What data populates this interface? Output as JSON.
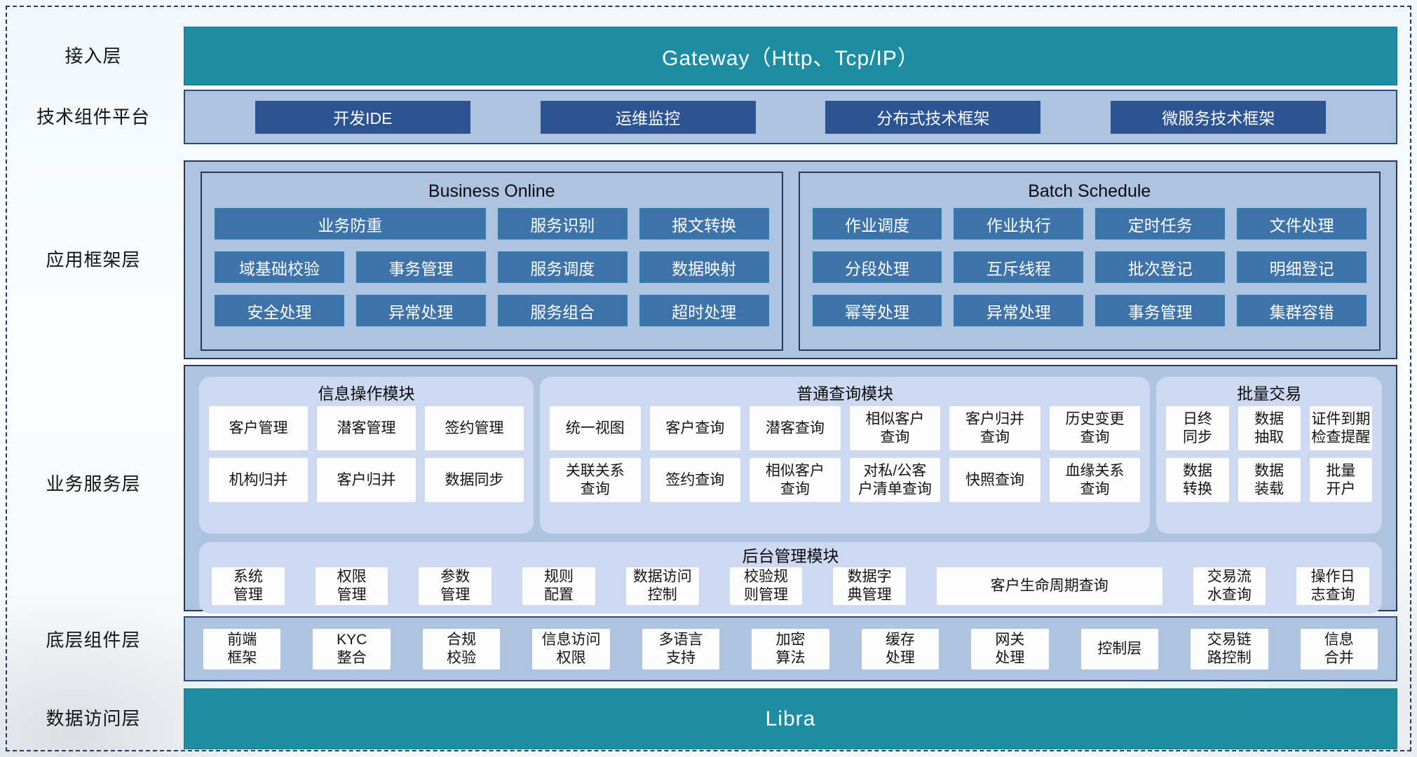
{
  "colors": {
    "teal_bar": "#1e8ca3",
    "panel_bg": "#aec3e0",
    "panel_border": "#24395e",
    "dark_item": "#2d5492",
    "framework_item": "#3d73a9",
    "framework_item_border": "#2e7cb2",
    "module_bg": "#cdd9f0",
    "white_box": "#fdfdfe",
    "dashed_border": "#24395e"
  },
  "side_labels": [
    "接入层",
    "技术组件平台",
    "应用框架层",
    "业务服务层",
    "底层组件层",
    "数据访问层"
  ],
  "gateway": {
    "title": "Gateway（Http、Tcp/IP）"
  },
  "tech_platform": {
    "items": [
      "开发IDE",
      "运维监控",
      "分布式技术框架",
      "微服务技术框架"
    ]
  },
  "app_framework": {
    "business_online": {
      "title": "Business Online",
      "items": [
        "业务防重",
        "服务识别",
        "报文转换",
        "域基础校验",
        "事务管理",
        "服务调度",
        "数据映射",
        "安全处理",
        "异常处理",
        "服务组合",
        "超时处理"
      ]
    },
    "batch_schedule": {
      "title": "Batch Schedule",
      "items": [
        "作业调度",
        "作业执行",
        "定时任务",
        "文件处理",
        "分段处理",
        "互斥线程",
        "批次登记",
        "明细登记",
        "幂等处理",
        "异常处理",
        "事务管理",
        "集群容错"
      ]
    }
  },
  "business_service": {
    "info_module": {
      "title": "信息操作模块",
      "items": [
        "客户管理",
        "潜客管理",
        "签约管理",
        "机构归并",
        "客户归并",
        "数据同步"
      ]
    },
    "query_module": {
      "title": "普通查询模块",
      "items": [
        "统一视图",
        "客户查询",
        "潜客查询",
        "相似客户\n查询",
        "客户归并\n查询",
        "历史变更\n查询",
        "关联关系\n查询",
        "签约查询",
        "相似客户\n查询",
        "对私/公客\n户清单查询",
        "快照查询",
        "血缘关系\n查询"
      ]
    },
    "batch_module": {
      "title": "批量交易",
      "items": [
        "日终\n同步",
        "数据\n抽取",
        "证件到期\n检查提醒",
        "数据\n转换",
        "数据\n装载",
        "批量\n开户"
      ]
    },
    "admin_module": {
      "title": "后台管理模块",
      "items": [
        "系统\n管理",
        "权限\n管理",
        "参数\n管理",
        "规则\n配置",
        "数据访问\n控制",
        "校验规\n则管理",
        "数据字\n典管理",
        "客户生命周期查询",
        "交易流\n水查询",
        "操作日\n志查询"
      ]
    }
  },
  "base_components": {
    "items": [
      "前端\n框架",
      "KYC\n整合",
      "合规\n校验",
      "信息访问\n权限",
      "多语言\n支持",
      "加密\n算法",
      "缓存\n处理",
      "网关\n处理",
      "控制层",
      "交易链\n路控制",
      "信息\n合并"
    ]
  },
  "data_access": {
    "title": "Libra"
  }
}
